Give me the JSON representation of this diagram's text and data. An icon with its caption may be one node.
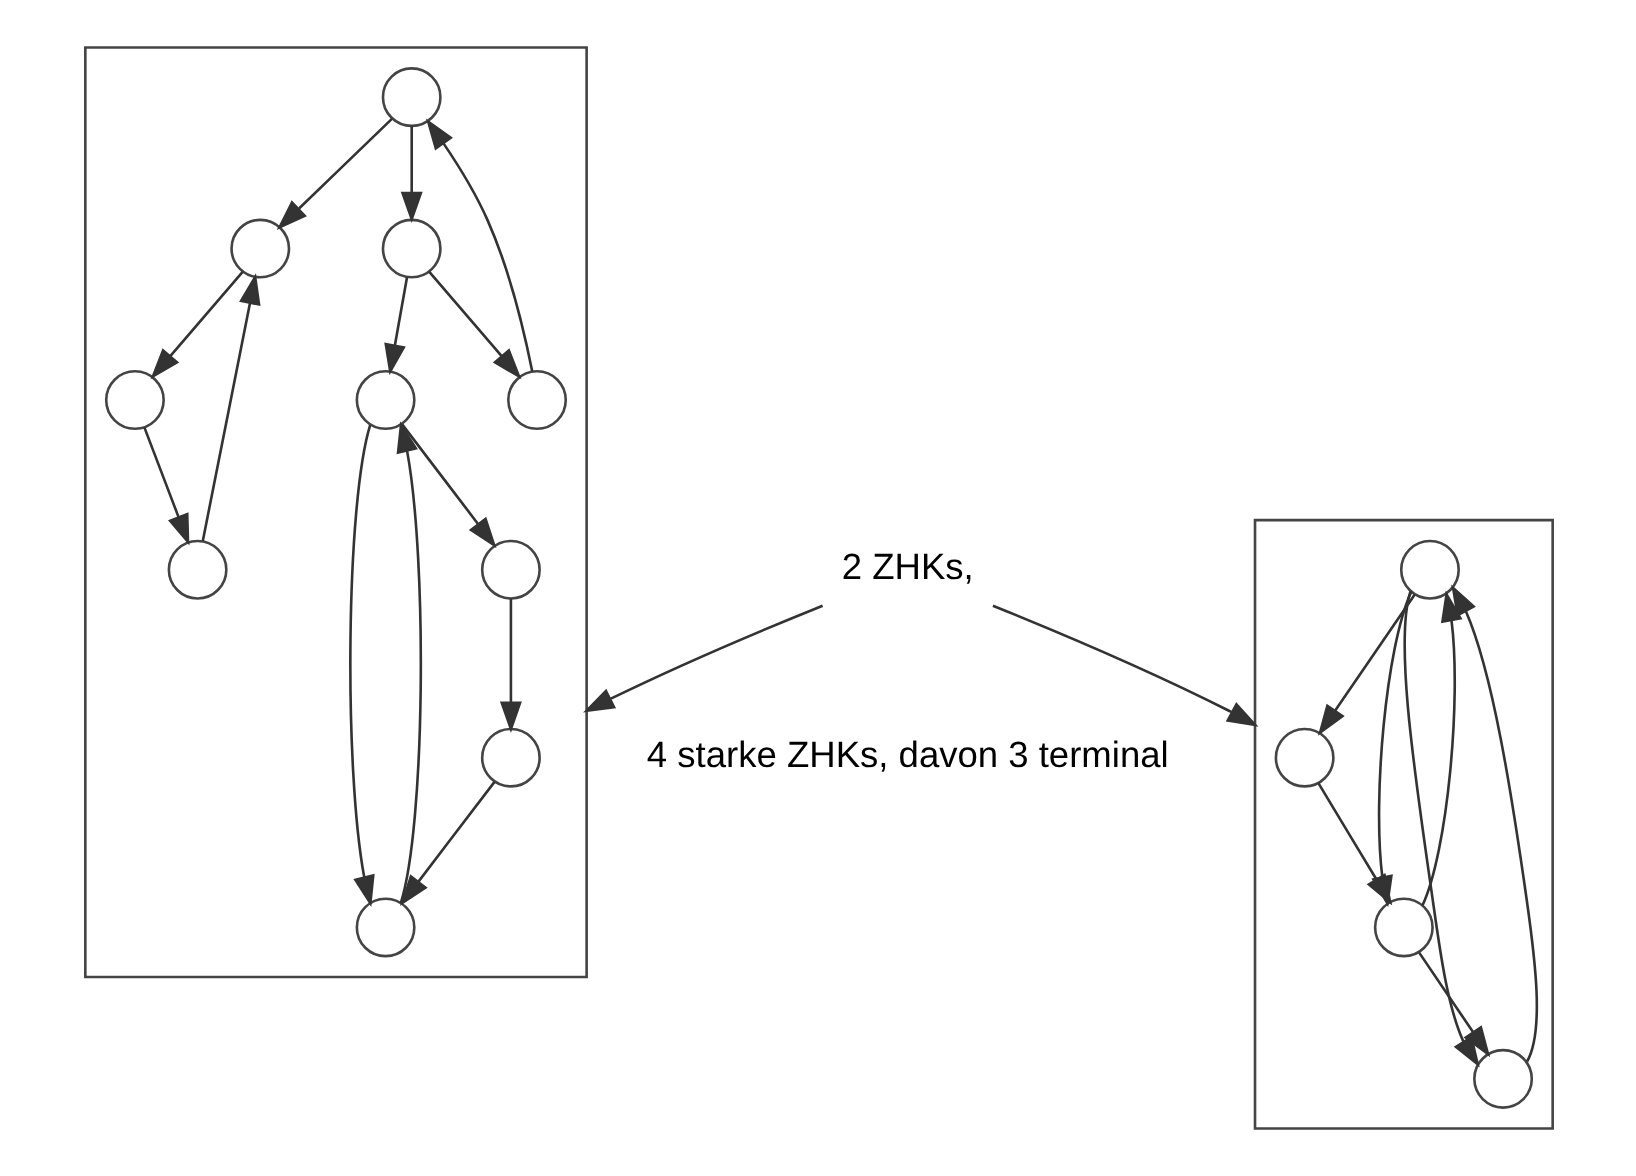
{
  "diagram": {
    "nodes": [
      {
        "text": [],
        "shape": "box"
      },
      {
        "text": [],
        "shape": "box"
      },
      {
        "text": [],
        "shape": "circle",
        "in": 0
      },
      {
        "text": [],
        "shape": "circle",
        "in": 0
      },
      {
        "text": [],
        "shape": "circle",
        "in": 0
      },
      {
        "text": [],
        "shape": "circle",
        "in": 0
      },
      {
        "text": [],
        "shape": "circle",
        "in": 0
      },
      {
        "text": [],
        "shape": "circle",
        "in": 0
      },
      {
        "text": [],
        "shape": "circle",
        "in": 0
      },
      {
        "text": [],
        "shape": "circle",
        "in": 0
      },
      {
        "text": [],
        "shape": "circle",
        "in": 0
      },
      {
        "text": [],
        "shape": "circle",
        "in": 0
      },
      {
        "text": [],
        "shape": "circle",
        "in": 1
      },
      {
        "text": [],
        "shape": "circle",
        "in": 1
      },
      {
        "text": [],
        "shape": "circle",
        "in": 1
      },
      {
        "text": [],
        "shape": "circle",
        "in": 1
      },
      {
        "text": [
          "2 ZHKs,"
        ]
      }
    ],
    "edges": [
      {
        "from": 3,
        "to": 2,
        "arrow": "to"
      },
      {
        "from": 2,
        "to": 4,
        "arrow": "to"
      },
      {
        "from": 4,
        "to": 3,
        "arrow": "to"
      },
      {
        "from": 5,
        "to": 2,
        "arrow": "to"
      },
      {
        "from": 6,
        "to": 5,
        "arrow": "to"
      },
      {
        "from": 5,
        "to": 7,
        "arrow": "to"
      },
      {
        "from": 7,
        "to": 6,
        "arrow": "to"
      },
      {
        "from": 7,
        "to": 8,
        "arrow": "to"
      },
      {
        "from": 8,
        "to": 9,
        "arrow": "to"
      },
      {
        "from": 9,
        "to": 8,
        "arrow": "to"
      },
      {
        "from": 8,
        "to": 10,
        "arrow": "to"
      },
      {
        "from": 10,
        "to": 11,
        "arrow": "to"
      },
      {
        "from": 11,
        "to": 9,
        "arrow": "to"
      },
      {
        "from": 13,
        "to": 12,
        "arrow": "to"
      },
      {
        "from": 12,
        "to": 13,
        "arrow": "to"
      },
      {
        "from": 12,
        "to": 14,
        "arrow": "to"
      },
      {
        "from": 14,
        "to": 12,
        "arrow": "to"
      },
      {
        "from": 12,
        "to": 15,
        "arrow": "to"
      },
      {
        "from": 14,
        "to": 13,
        "arrow": "to"
      },
      {
        "from": 15,
        "to": 14,
        "arrow": "to"
      },
      {
        "from": 16,
        "to": 0,
        "arrow": "to"
      },
      {
        "from": 16,
        "to": 1,
        "arrow": "to"
      }
    ],
    "labels": [
      "4 starke ZHKs, davon 3 terminal"
    ]
  }
}
